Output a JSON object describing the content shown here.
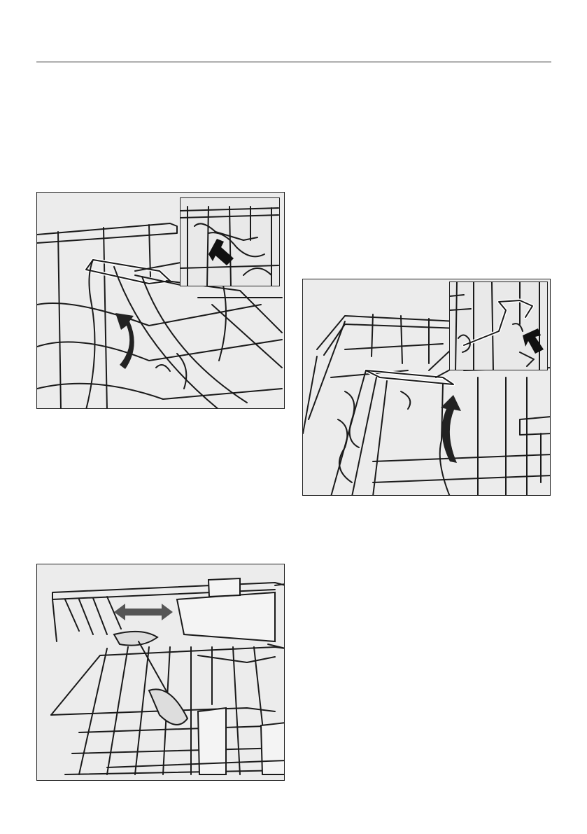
{
  "page": {
    "figures": [
      {
        "id": "fig1",
        "description_icon": "basket-hinge-detach-illustration"
      },
      {
        "id": "fig2",
        "description_icon": "basket-hinge-attach-illustration"
      },
      {
        "id": "fig3",
        "description_icon": "upper-basket-slide-illustration"
      }
    ]
  },
  "colors": {
    "panel_bg": "#ececec",
    "line": "#1a1a1a",
    "arrow": "#111111"
  }
}
